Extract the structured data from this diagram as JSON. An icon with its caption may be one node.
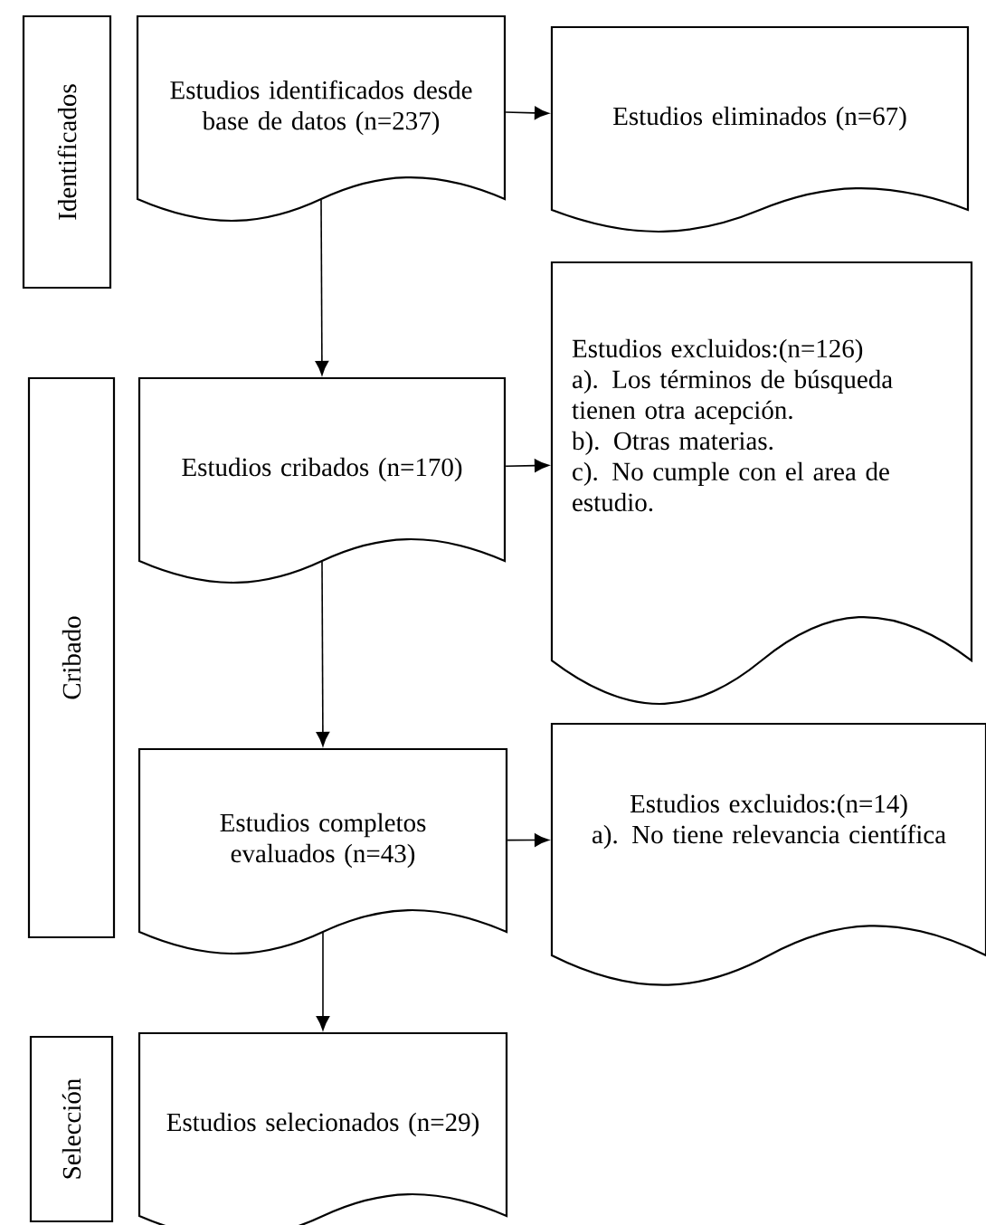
{
  "diagram": {
    "nodes": [
      {
        "text": [
          "Identificados"
        ]
      },
      {
        "text": [
          "Estudios identificados desde base de datos (n=237)"
        ]
      },
      {
        "text": [
          "Estudios eliminados (n=67)"
        ]
      },
      {
        "text": [
          "Cribado"
        ]
      },
      {
        "text": [
          "Estudios cribados (n=170)"
        ]
      },
      {
        "text": [
          "Estudios excluidos:(n=126)",
          "a). Los términos de búsqueda tienen otra acepción.",
          "b). Otras materias.",
          "c). No cumple con el area de estudio."
        ]
      },
      {
        "text": [
          "Estudios completos evaluados (n=43)"
        ]
      },
      {
        "text": [
          "Estudios excluidos:(n=14)",
          "a). No tiene relevancia científica"
        ]
      },
      {
        "text": [
          "Selección"
        ]
      },
      {
        "text": [
          "Estudios selecionados (n=29)"
        ]
      }
    ],
    "edges": [
      {
        "from": 1,
        "to": 2,
        "arrow": "to"
      },
      {
        "from": 1,
        "to": 4,
        "arrow": "to"
      },
      {
        "from": 4,
        "to": 5,
        "arrow": "to"
      },
      {
        "from": 4,
        "to": 6,
        "arrow": "to"
      },
      {
        "from": 6,
        "to": 7,
        "arrow": "to"
      },
      {
        "from": 6,
        "to": 9,
        "arrow": "to"
      }
    ]
  }
}
